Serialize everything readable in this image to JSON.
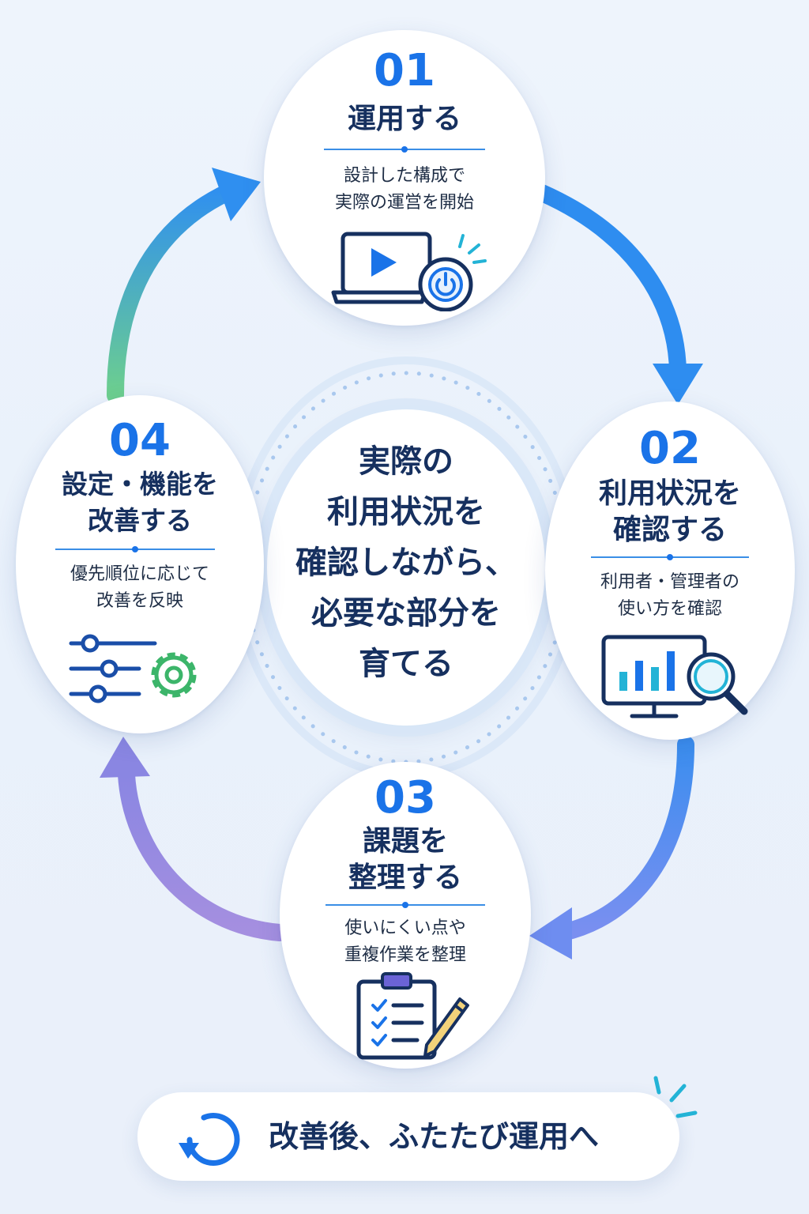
{
  "center": {
    "lines": [
      "実際の",
      "利用状況を",
      "確認しながら、",
      "必要な部分を",
      "育てる"
    ]
  },
  "steps": [
    {
      "num": "01",
      "title_lines": [
        "運用する"
      ],
      "desc_lines": [
        "設計した構成で",
        "実際の運営を開始"
      ],
      "icon": "laptop-play-power-icon"
    },
    {
      "num": "02",
      "title_lines": [
        "利用状況を",
        "確認する"
      ],
      "desc_lines": [
        "利用者・管理者の",
        "使い方を確認"
      ],
      "icon": "monitor-chart-magnifier-icon"
    },
    {
      "num": "03",
      "title_lines": [
        "課題を",
        "整理する"
      ],
      "desc_lines": [
        "使いにくい点や",
        "重複作業を整理"
      ],
      "icon": "clipboard-checklist-pencil-icon"
    },
    {
      "num": "04",
      "title_lines": [
        "設定・機能を",
        "改善する"
      ],
      "desc_lines": [
        "優先順位に応じて",
        "改善を反映"
      ],
      "icon": "sliders-gear-icon"
    }
  ],
  "footer": {
    "text": "改善後、ふたたび運用へ",
    "icon": "refresh-cycle-icon"
  },
  "colors": {
    "accent": "#1a73e8",
    "navy": "#16305f",
    "arrow_green": "#5cc98a",
    "arrow_blue": "#2e8df0",
    "arrow_purple": "#9a8ae0",
    "gear_green": "#3cb56a",
    "cyan": "#23b3d6"
  }
}
